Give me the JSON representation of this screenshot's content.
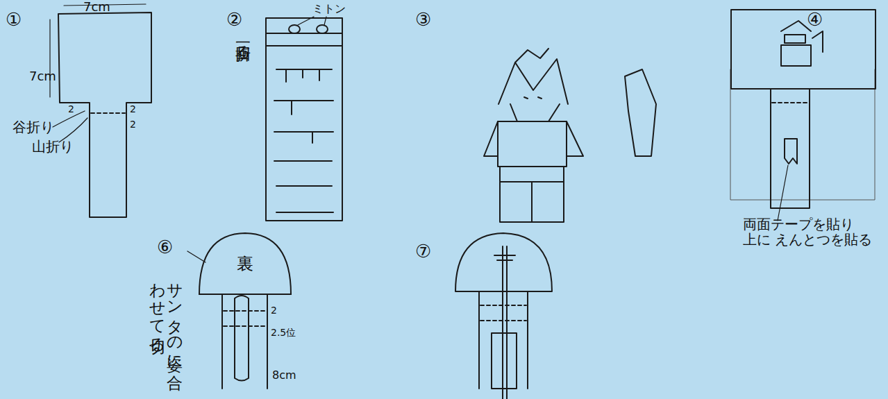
{
  "diagram": {
    "nodes": [
      {
        "text": [
          "裏"
        ]
      }
    ],
    "labels": [
      "①",
      "7cm",
      "7cm",
      "谷折り",
      "山折り",
      "2",
      "2",
      "2",
      "②",
      "ミトン",
      "一回折る",
      "③",
      "④",
      "両面テープを貼り 上に えんとつを貼る",
      "⑥",
      "2",
      "2.5位",
      "8cm",
      "サンタの姿に合わせて切る",
      "⑦"
    ]
  }
}
